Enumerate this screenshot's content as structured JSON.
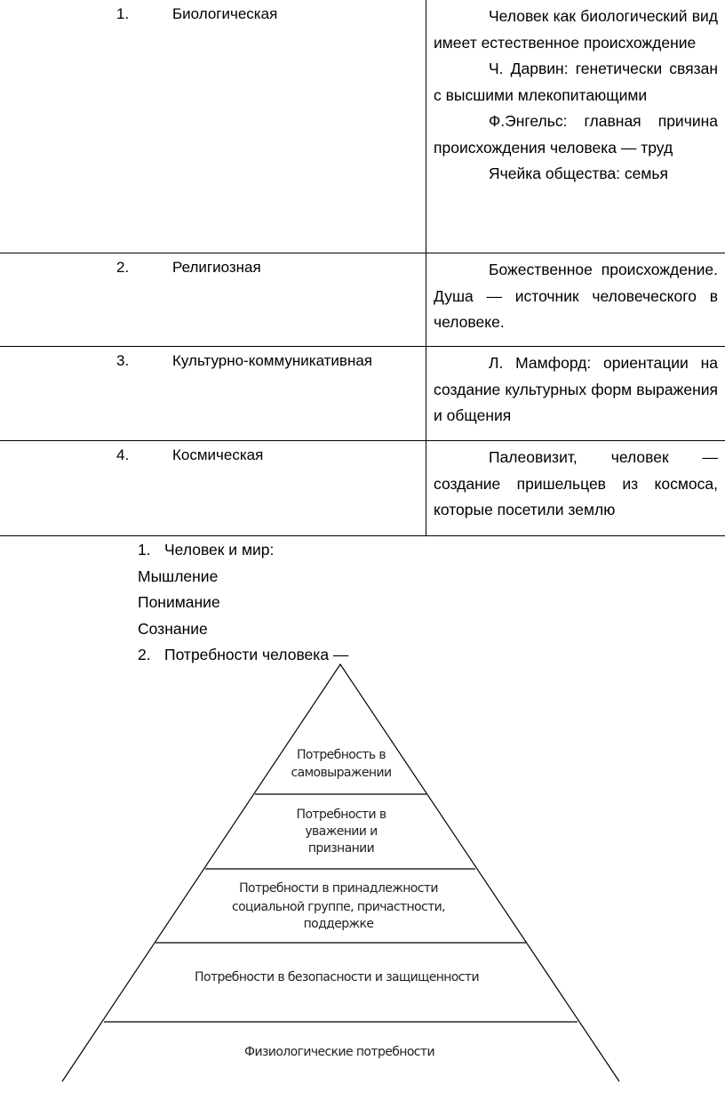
{
  "table": {
    "rows": [
      {
        "num": "1.",
        "kind": "Биологическая",
        "desc": [
          "Человек как биологический вид имеет естественное происхождение",
          "Ч. Дарвин: генетически связан с высшими млекопитающими",
          "Ф.Энгельс: главная причина происхождения человека — труд",
          "Ячейка общества: семья"
        ]
      },
      {
        "num": "2.",
        "kind": "Религиозная",
        "desc": [
          "Божественное происхождение. Душа — источник человеческого в человеке."
        ]
      },
      {
        "num": "3.",
        "kind": "Культурно-коммуникативная",
        "desc": [
          "Л. Мамфорд: ориентации на создание культурных форм выражения и общения"
        ]
      },
      {
        "num": "4.",
        "kind": "Космическая",
        "desc": [
          "Палеовизит, человек — создание пришельцев из космоса, которые посетили землю"
        ]
      }
    ]
  },
  "list": {
    "item1_num": "1.",
    "item1_text": "Человек и мир:",
    "sub": [
      "Мышление",
      "Понимание",
      "Сознание"
    ],
    "item2_num": "2.",
    "item2_text": "Потребности человека —"
  },
  "pyramid": {
    "levels": [
      [
        "Потребность в",
        "самовыражении"
      ],
      [
        "Потребности в",
        "уважении и",
        "признании"
      ],
      [
        "Потребности в принадлежности",
        "социальной группе, причастности,",
        "поддержке"
      ],
      [
        "Потребности в безопасности и защищенности"
      ],
      [
        "Физиологические потребности"
      ]
    ]
  }
}
